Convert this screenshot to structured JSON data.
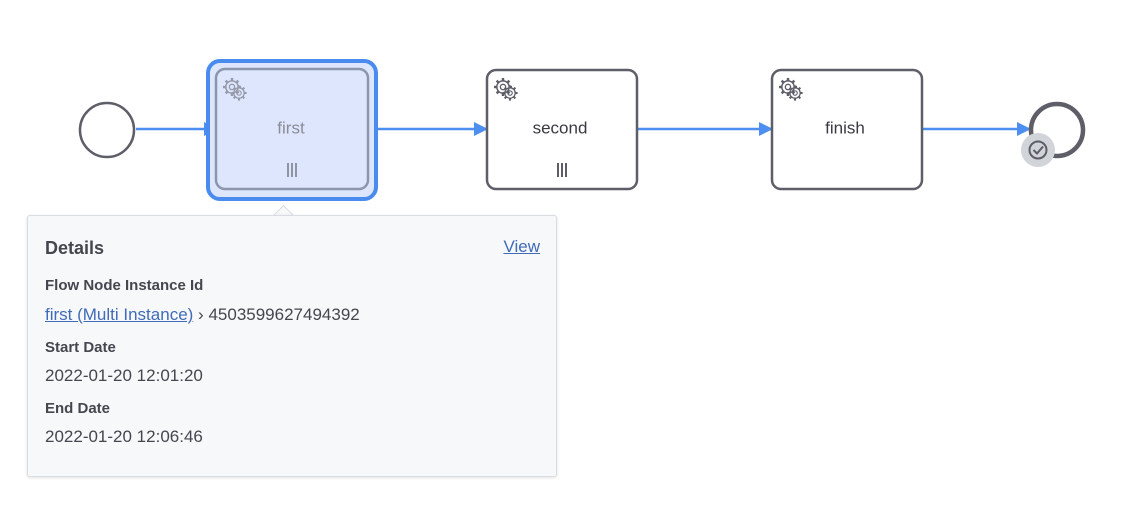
{
  "diagram": {
    "tasks": [
      {
        "id": "first",
        "label": "first",
        "selected": true,
        "multi_instance": true,
        "icon": "gear-icon"
      },
      {
        "id": "second",
        "label": "second",
        "selected": false,
        "multi_instance": true,
        "icon": "gear-icon"
      },
      {
        "id": "finish",
        "label": "finish",
        "selected": false,
        "multi_instance": false,
        "icon": "gear-icon"
      }
    ],
    "start_event": {
      "icon": "start-event-circle"
    },
    "end_event": {
      "icon": "end-event-circle",
      "badge": "completed-check-icon"
    },
    "colors": {
      "flow": "#4d8ff0",
      "task_border": "#5d5e68",
      "selected_fill": "#dde6fd",
      "selected_outline": "#4a8bef",
      "selected_inner_border": "#8b96ad",
      "badge_bg": "#d1d4d9"
    }
  },
  "popover": {
    "title": "Details",
    "view_link": "View",
    "flow_node_label": "Flow Node Instance Id",
    "flow_node_link": "first (Multi Instance)",
    "flow_node_separator": "›",
    "flow_node_id": "4503599627494392",
    "start_label": "Start Date",
    "start_value": "2022-01-20 12:01:20",
    "end_label": "End Date",
    "end_value": "2022-01-20 12:06:46"
  }
}
